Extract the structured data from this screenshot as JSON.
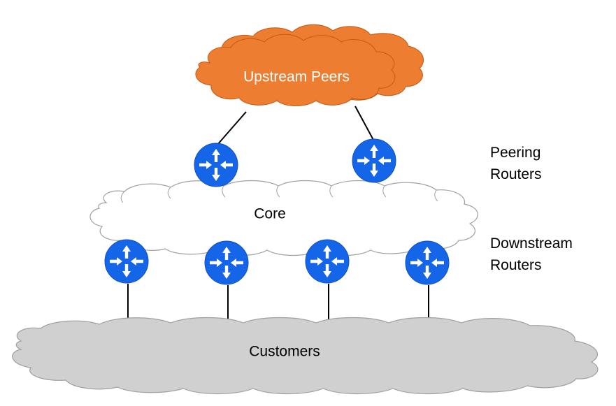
{
  "clouds": {
    "upstream": {
      "label": "Upstream Peers",
      "fill": "#ED7D31",
      "text_color": "#FFFFFF"
    },
    "core": {
      "label": "Core",
      "fill": "#FFFFFF",
      "text_color": "#000000"
    },
    "customers": {
      "label": "Customers",
      "fill": "#D0D0D0",
      "text_color": "#000000"
    }
  },
  "labels": {
    "peering": {
      "line1": "Peering",
      "line2": "Routers"
    },
    "downstream": {
      "line1": "Downstream",
      "line2": "Routers"
    }
  },
  "colors": {
    "router": "#1565E8",
    "router_border": "#1050C4",
    "link": "#000000",
    "cloud_stroke": "#9E9E9E"
  },
  "icons": {
    "router": "router-icon"
  }
}
